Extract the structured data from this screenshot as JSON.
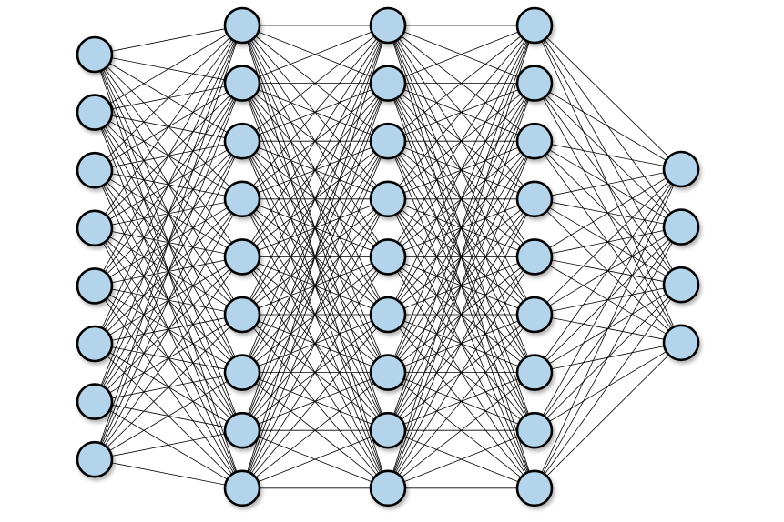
{
  "diagram": {
    "type": "fully-connected-neural-network",
    "layer_sizes": [
      8,
      9,
      9,
      9,
      4
    ],
    "node_fill": "#b3d4ea",
    "node_stroke": "#000000",
    "edge_color": "#000000",
    "background": "#ffffff"
  }
}
